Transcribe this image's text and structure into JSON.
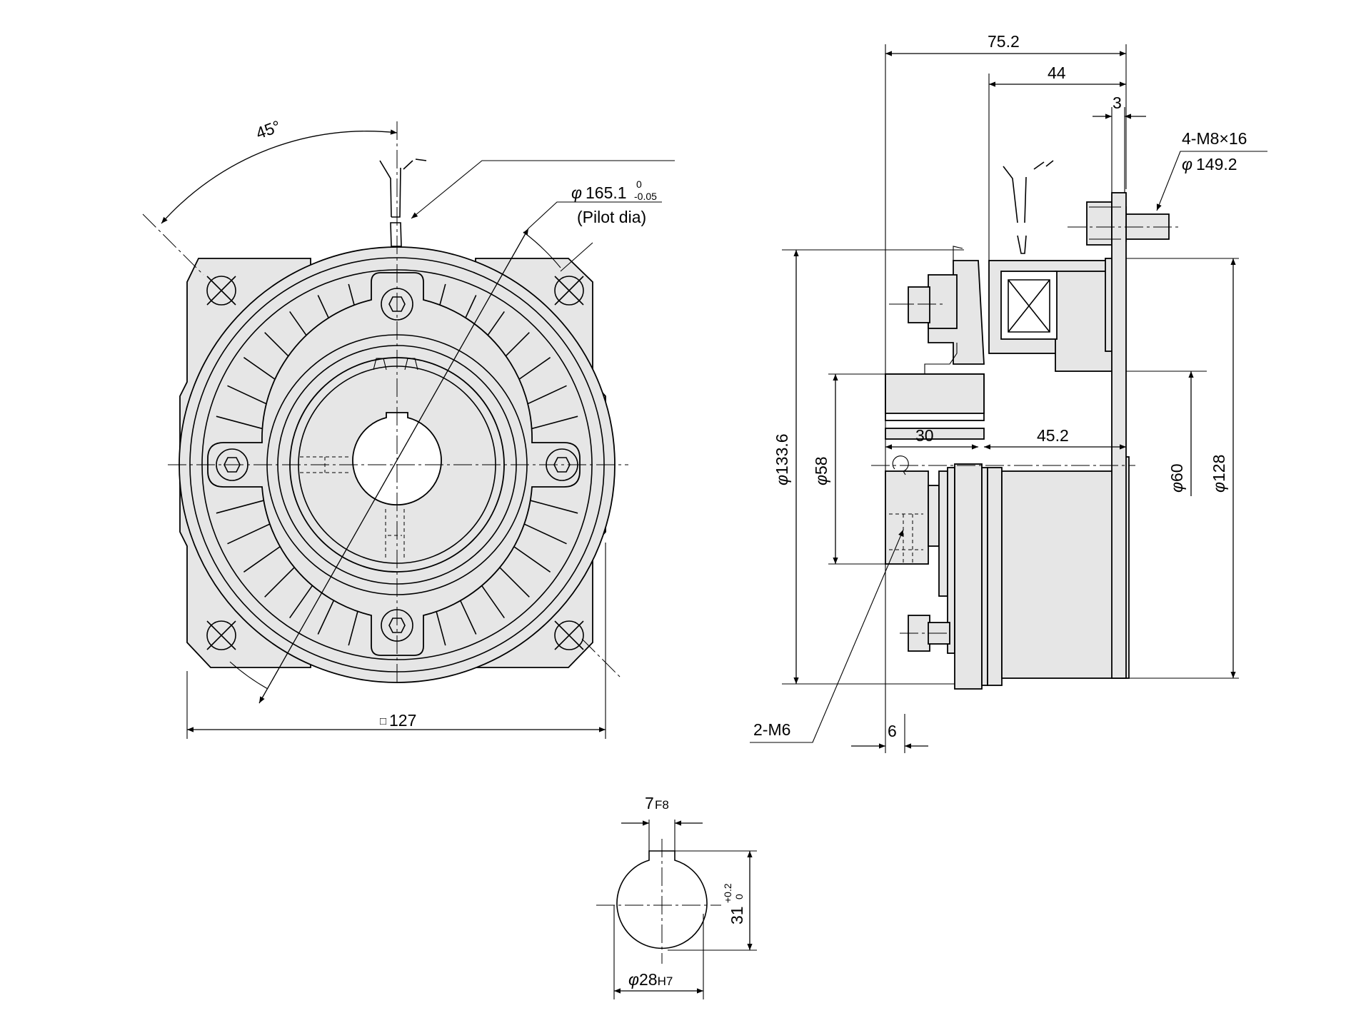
{
  "diagram": {
    "front_view": {
      "angle": "45°",
      "pilot_dia_prefix": "φ",
      "pilot_dia_value": "165.1",
      "pilot_dia_tol_upper": "0",
      "pilot_dia_tol_lower": "-0.05",
      "pilot_dia_note": "(Pilot dia)",
      "square_symbol": "□",
      "width": "127"
    },
    "side_view": {
      "length_overall": "75.2",
      "length_44": "44",
      "length_3": "3",
      "bolt_spec": "4-M8×16",
      "bolt_circle_prefix": "φ",
      "bolt_circle": "149.2",
      "dia_133": "133.6",
      "dia_58": "58",
      "dia_60": "60",
      "dia_128": "128",
      "dia_prefix": "φ",
      "length_30": "30",
      "length_45": "45.2",
      "tap_spec": "2-M6",
      "length_6": "6"
    },
    "bore_detail": {
      "keyway_width": "7",
      "keyway_tol": "F8",
      "height": "31",
      "height_tol_upper": "+0.2",
      "height_tol_lower": "0",
      "bore_prefix": "φ",
      "bore": "28",
      "bore_tol": "H7"
    }
  }
}
